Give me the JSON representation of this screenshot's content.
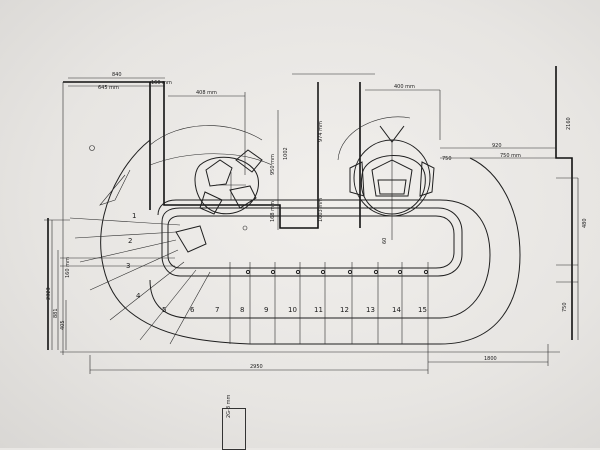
{
  "top_dims": {
    "d1": "840",
    "d2": "645 mm",
    "d3": "160 mm",
    "d4": "408 mm",
    "d5": "400 mm"
  },
  "side_dims": {
    "left1": "2323",
    "left2": "881",
    "left3": "405",
    "left4": "160 mm",
    "mid1": "1002",
    "mid2": "974 mm",
    "mid3": "1603 mm",
    "mid4": "950 mm",
    "mid5": "168 mm",
    "right1": "2160",
    "right2": "920",
    "right3": "750 mm",
    "right4": "480",
    "right5": "750",
    "right6": "750"
  },
  "bottom_dims": {
    "total": "2950",
    "right": "1800"
  },
  "misc_labels": {
    "s": "60"
  },
  "step_numbers": [
    "1",
    "2",
    "3",
    "4",
    "5",
    "6",
    "7",
    "8",
    "9",
    "10",
    "11",
    "12",
    "13",
    "14",
    "15"
  ],
  "stamp_text": "2G-3 mm"
}
